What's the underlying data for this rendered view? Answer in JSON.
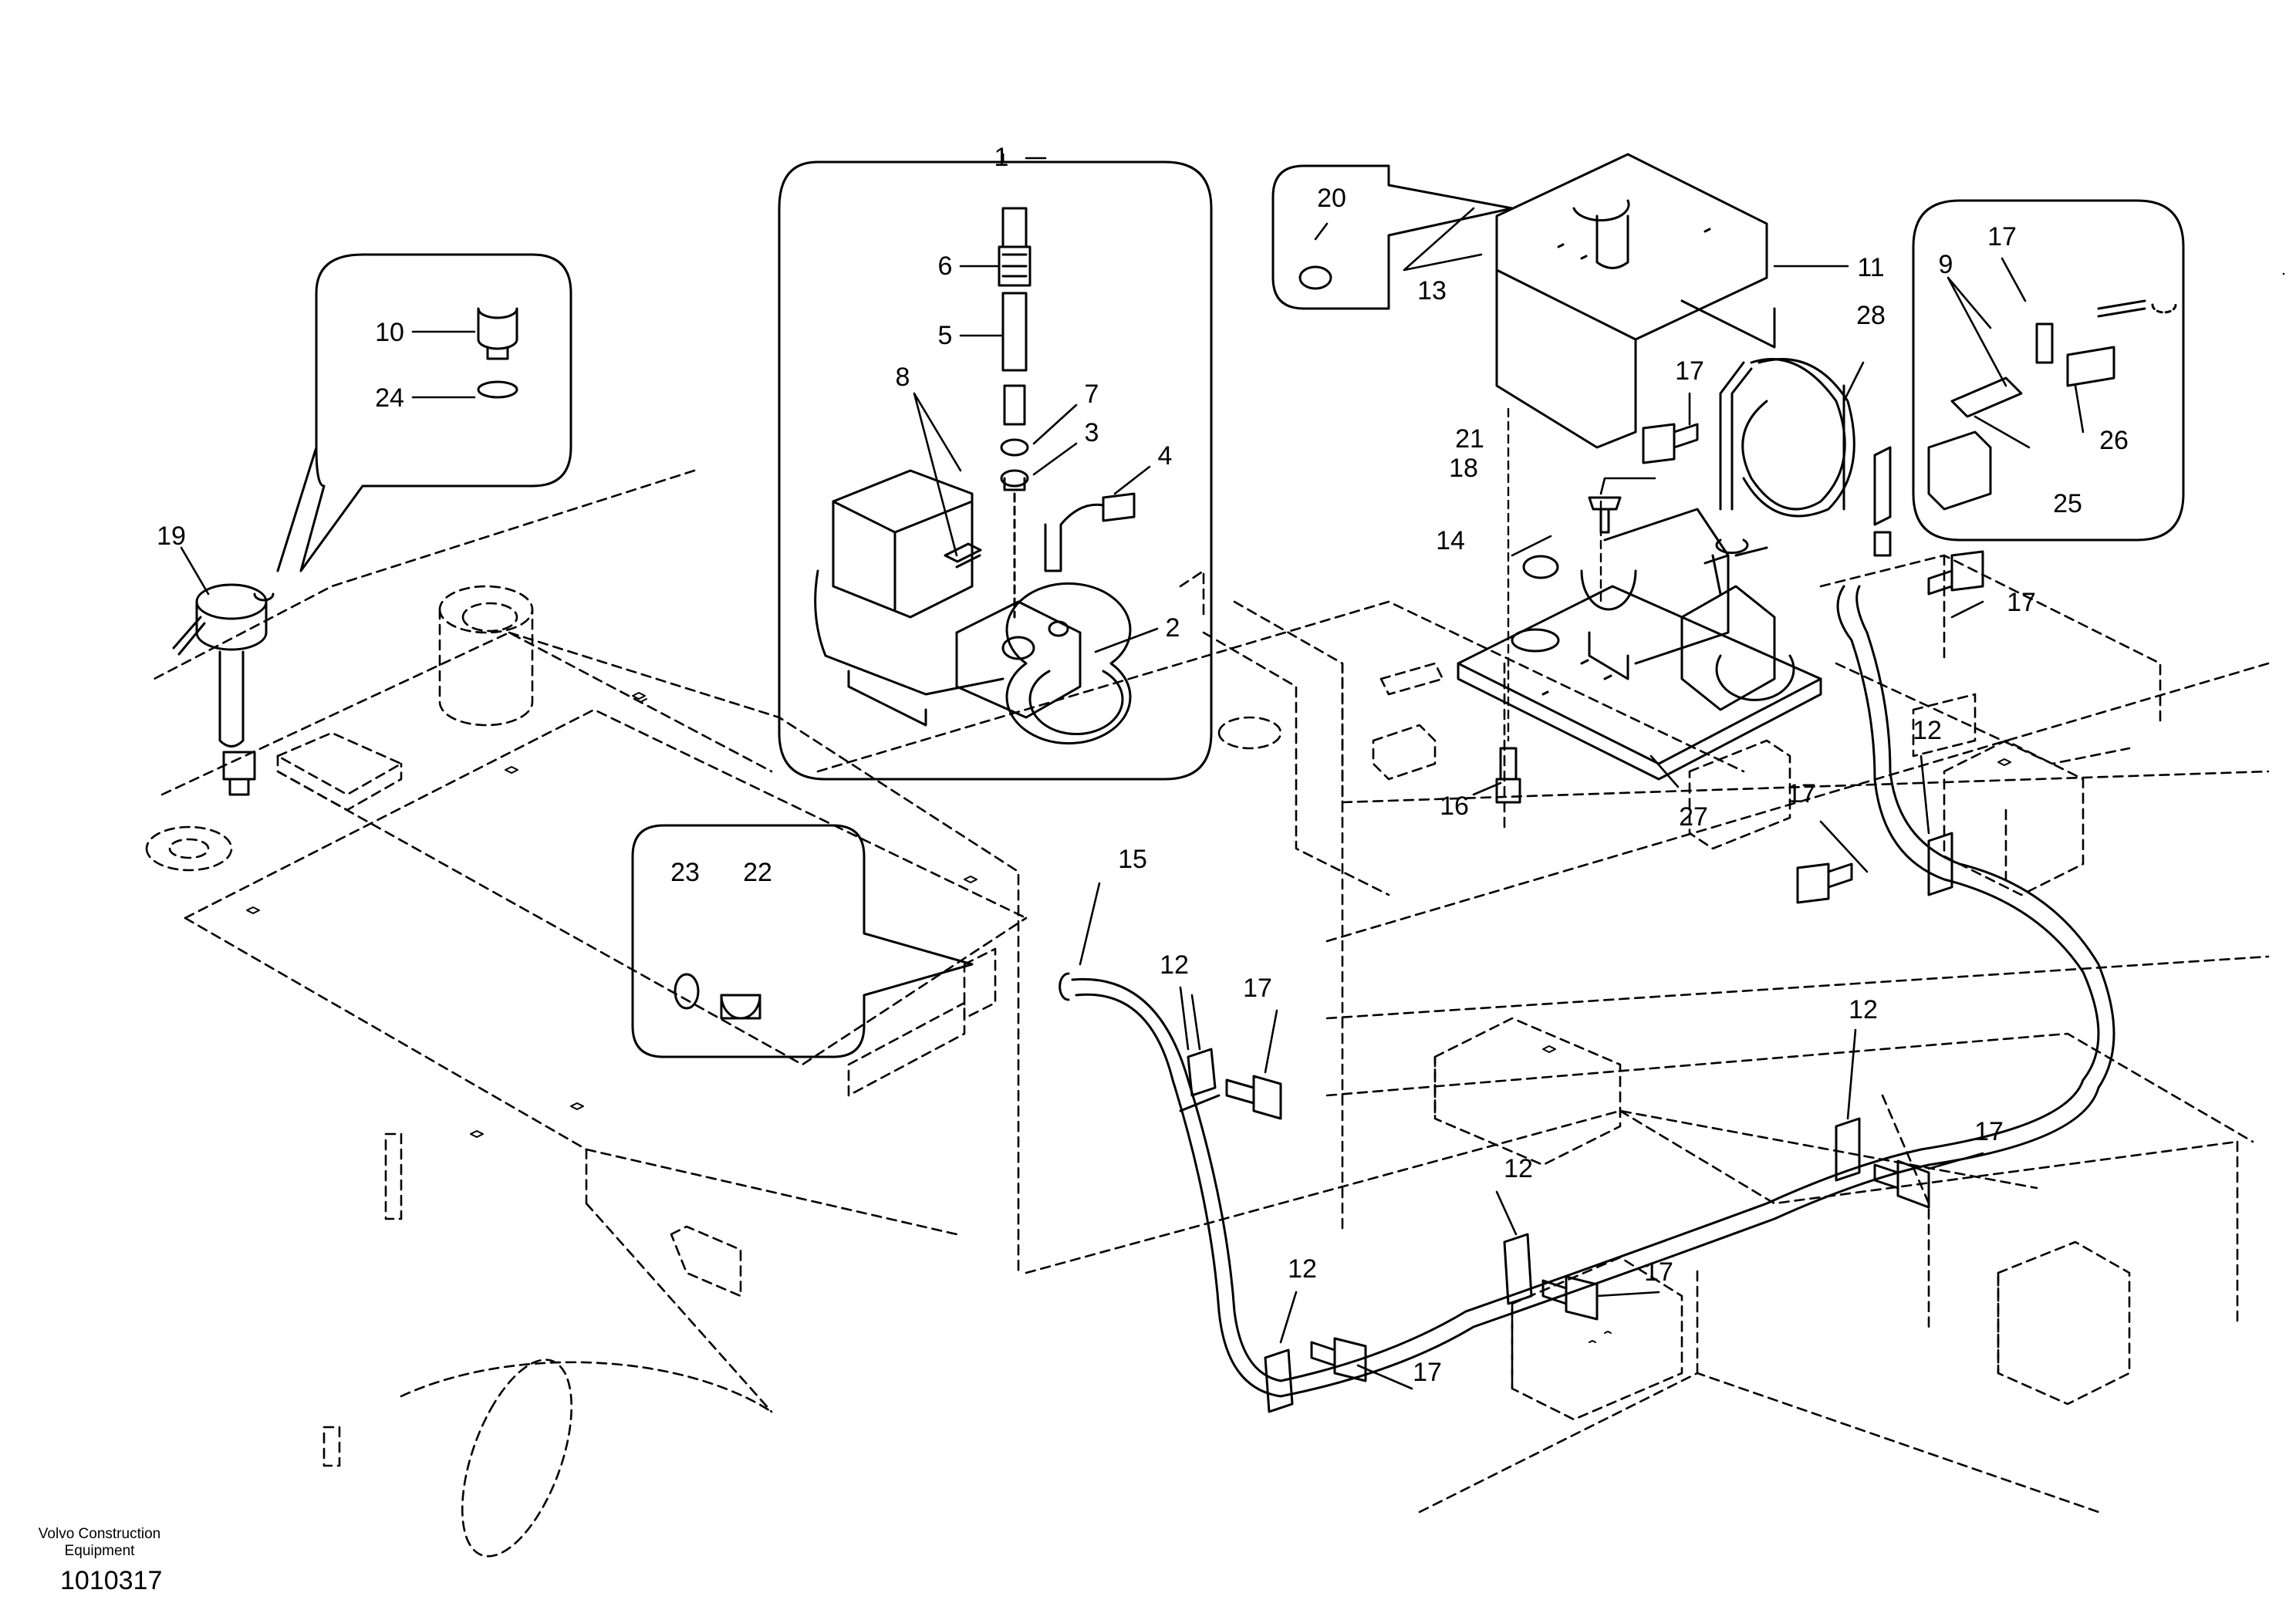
{
  "diagram": {
    "callouts": {
      "c1": "1",
      "c2": "2",
      "c3": "3",
      "c4": "4",
      "c5": "5",
      "c6": "6",
      "c7": "7",
      "c8": "8",
      "c9": "9",
      "c10": "10",
      "c11": "11",
      "c12a": "12",
      "c12b": "12",
      "c12c": "12",
      "c12d": "12",
      "c12e": "12",
      "c13": "13",
      "c14": "14",
      "c15": "15",
      "c16": "16",
      "c17a": "17",
      "c17b": "17",
      "c17c": "17",
      "c17d": "17",
      "c17e": "17",
      "c17f": "17",
      "c17g": "17",
      "c17h": "17",
      "c18": "18",
      "c19": "19",
      "c20": "20",
      "c21": "21",
      "c22": "22",
      "c23": "23",
      "c24": "24",
      "c25": "25",
      "c26": "26",
      "c27": "27",
      "c28": "28"
    }
  },
  "footer": {
    "company_line1": "Volvo Construction",
    "company_line2": "Equipment",
    "doc_number": "1010317"
  }
}
